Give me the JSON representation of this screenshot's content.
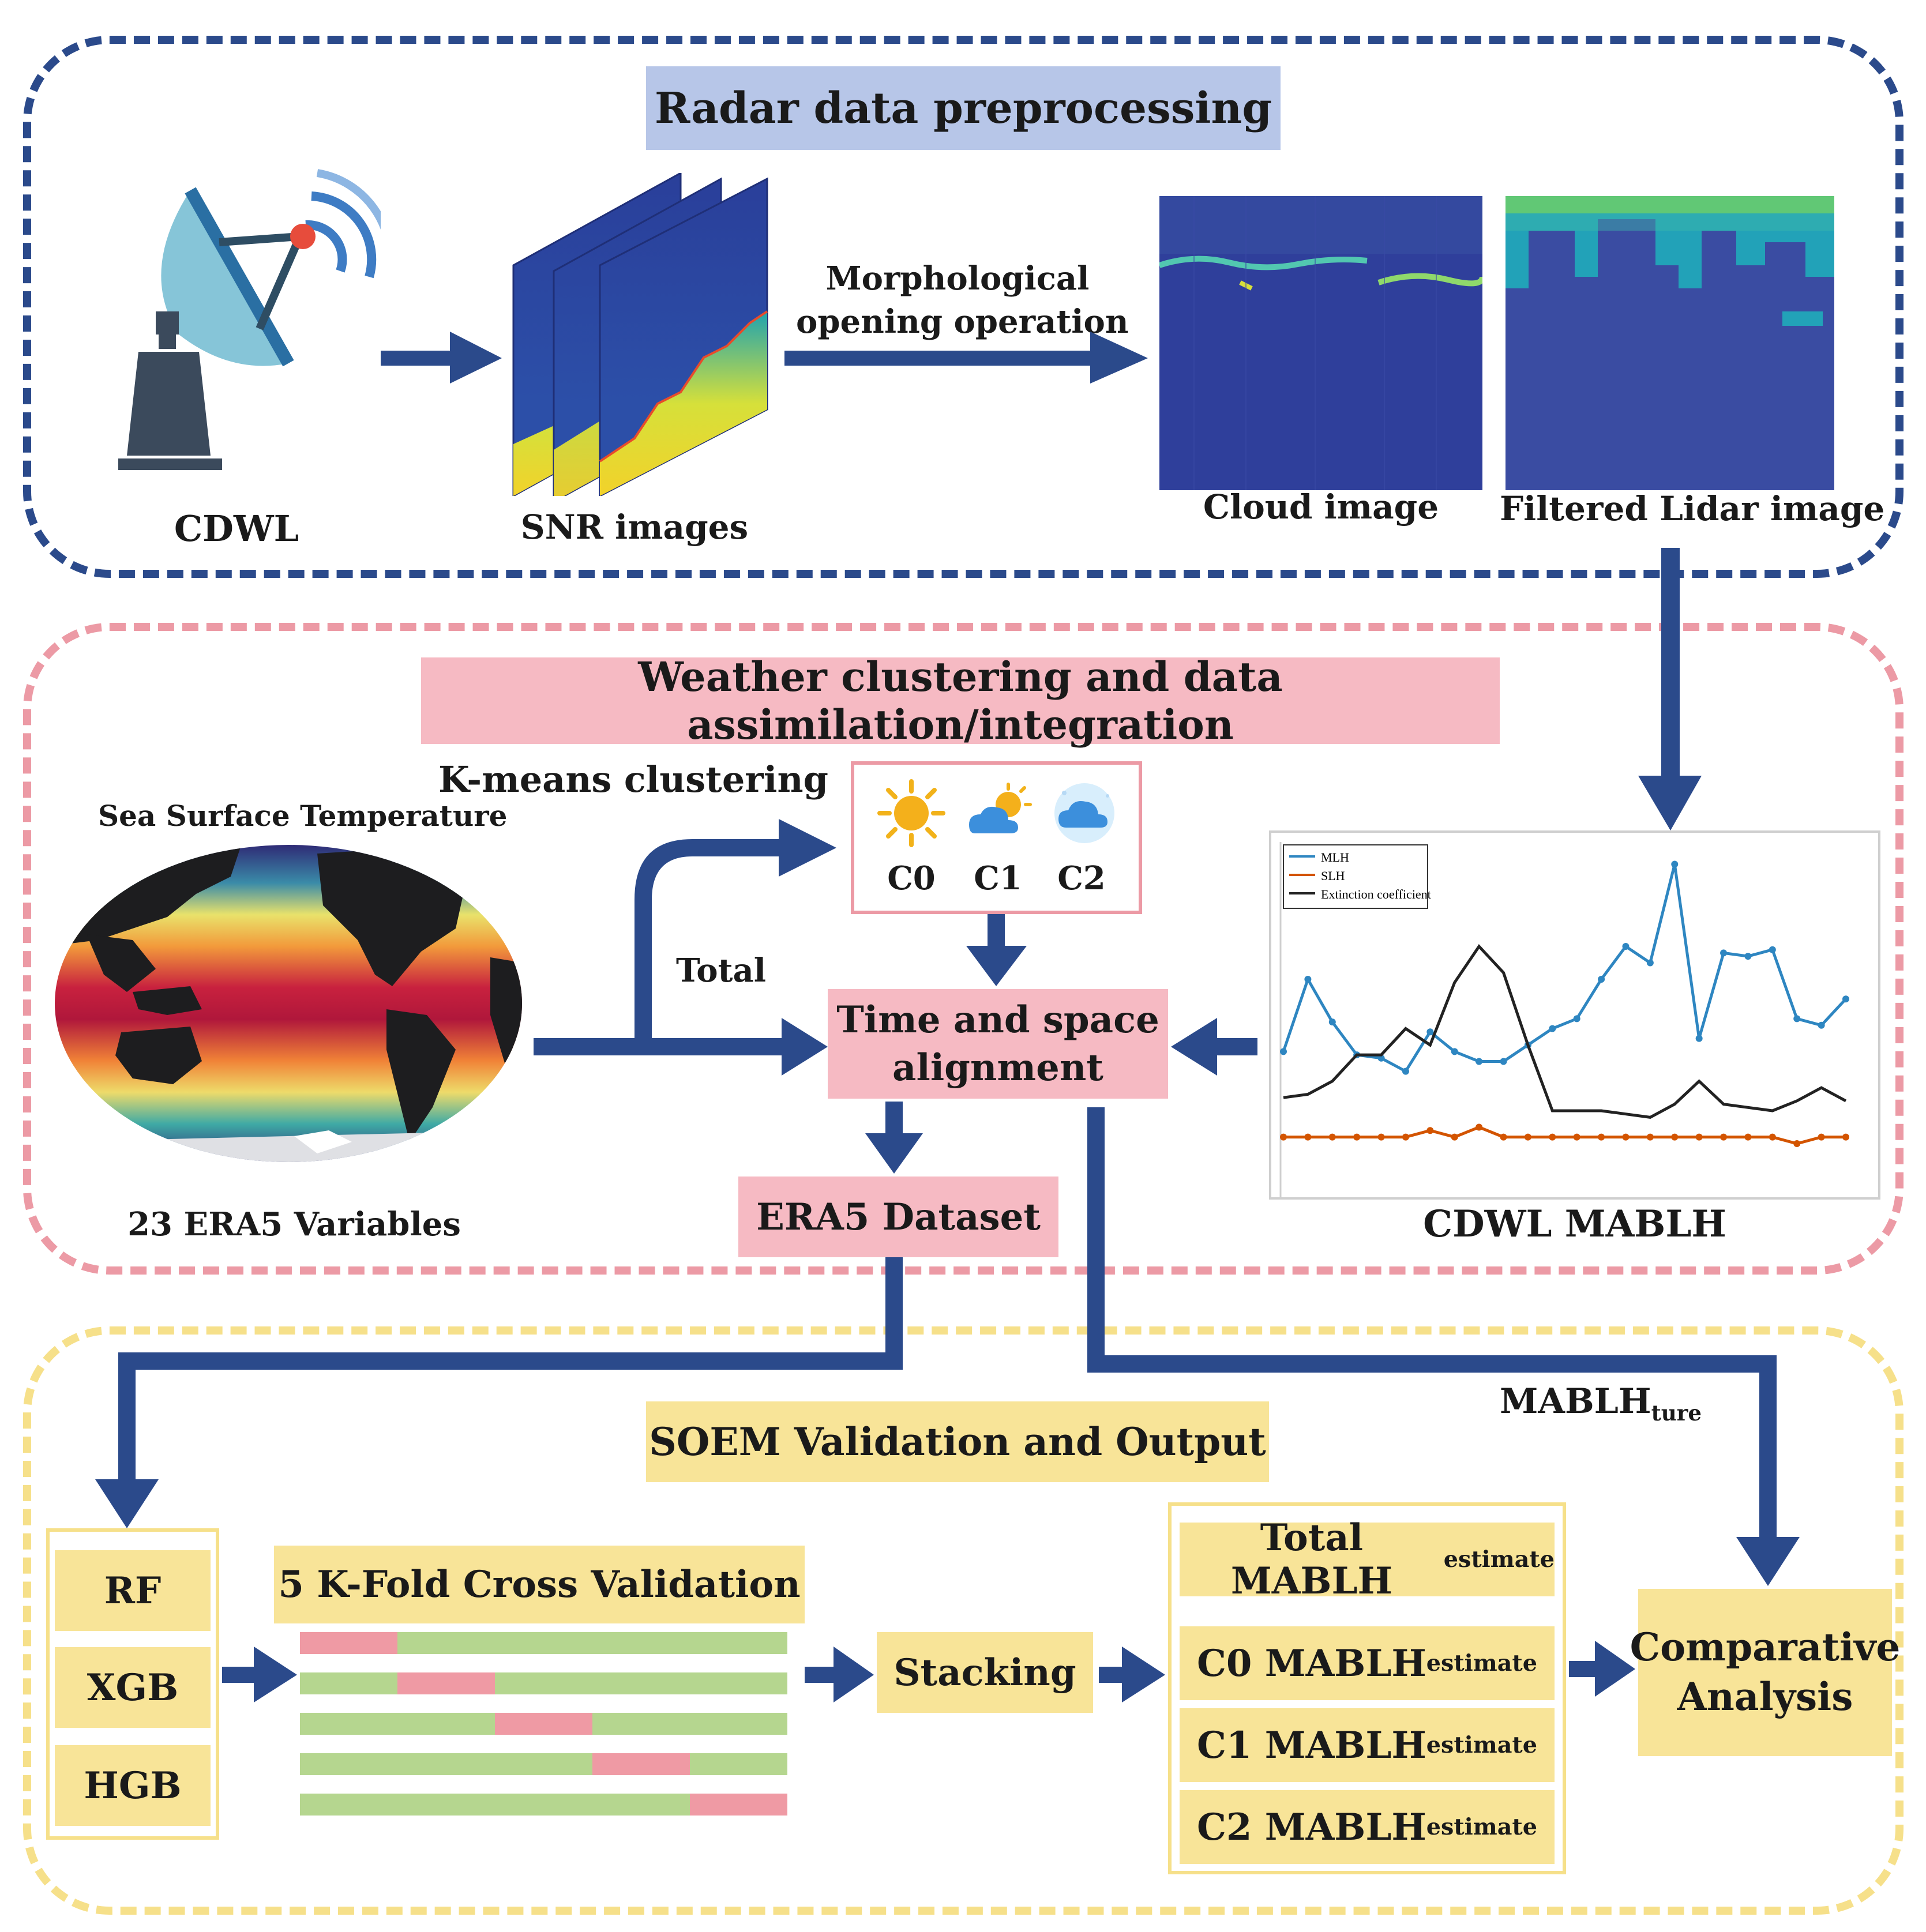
{
  "sections": {
    "radar": {
      "title": "Radar data preprocessing"
    },
    "weather": {
      "title": "Weather clustering and data assimilation/integration"
    },
    "soem": {
      "title": "SOEM Validation and Output"
    }
  },
  "radar": {
    "cdwl_label": "CDWL",
    "snr_label": "SNR images",
    "morph_label_line1": "Morphological",
    "morph_label_line2": "opening operation",
    "cloud_label": "Cloud image",
    "filtered_label": "Filtered Lidar image"
  },
  "weather": {
    "sst_title": "Sea Surface Temperature",
    "era5_vars_label": "23 ERA5 Variables",
    "kmeans_label": "K-means clustering",
    "total_label": "Total",
    "clusters": [
      "C0",
      "C1",
      "C2"
    ],
    "time_space_line1": "Time and space",
    "time_space_line2": "alignment",
    "era5_dataset": "ERA5 Dataset",
    "cdwl_mablh_label": "CDWL MABLH"
  },
  "chart_legend": [
    "MLH",
    "SLH",
    "Extinction coefficient"
  ],
  "chart_data": {
    "type": "line",
    "title": "",
    "xlabel": "",
    "ylabel": "",
    "x": [
      1,
      2,
      3,
      4,
      5,
      6,
      7,
      8,
      9,
      10,
      11,
      12,
      13,
      14,
      15,
      16,
      17,
      18,
      19,
      20,
      21,
      22,
      23,
      24
    ],
    "series": [
      {
        "name": "MLH",
        "color": "#2e86c1",
        "values": [
          0.38,
          0.6,
          0.47,
          0.37,
          0.36,
          0.32,
          0.44,
          0.38,
          0.35,
          0.35,
          0.4,
          0.45,
          0.48,
          0.6,
          0.7,
          0.65,
          0.95,
          0.42,
          0.68,
          0.67,
          0.69,
          0.48,
          0.46,
          0.54
        ]
      },
      {
        "name": "SLH",
        "color": "#d35400",
        "values": [
          0.12,
          0.12,
          0.12,
          0.12,
          0.12,
          0.12,
          0.14,
          0.12,
          0.15,
          0.12,
          0.12,
          0.12,
          0.12,
          0.12,
          0.12,
          0.12,
          0.12,
          0.12,
          0.12,
          0.12,
          0.12,
          0.1,
          0.12,
          0.12
        ]
      },
      {
        "name": "Extinction coefficient",
        "color": "#222222",
        "values": [
          0.24,
          0.25,
          0.29,
          0.37,
          0.37,
          0.45,
          0.4,
          0.59,
          0.7,
          0.62,
          0.4,
          0.2,
          0.2,
          0.2,
          0.19,
          0.18,
          0.22,
          0.29,
          0.22,
          0.21,
          0.2,
          0.23,
          0.27,
          0.23
        ]
      }
    ],
    "ylim": [
      0,
      1
    ]
  },
  "soem": {
    "models": [
      "RF",
      "XGB",
      "HGB"
    ],
    "kfold_label": "5 K-Fold Cross Validation",
    "folds": [
      {
        "test_fold": 1
      },
      {
        "test_fold": 2
      },
      {
        "test_fold": 3
      },
      {
        "test_fold": 4
      },
      {
        "test_fold": 5
      }
    ],
    "stacking_label": "Stacking",
    "estimates": [
      {
        "prefix": "Total MABLH",
        "sub": "estimate"
      },
      {
        "prefix": "C0 MABLH",
        "sub": "estimate"
      },
      {
        "prefix": "C1 MABLH",
        "sub": "estimate"
      },
      {
        "prefix": "C2 MABLH",
        "sub": "estimate"
      }
    ],
    "mablh_true_prefix": "MABLH",
    "mablh_true_sub": "ture",
    "comparative_line1": "Comparative",
    "comparative_line2": "Analysis"
  },
  "colors": {
    "arrow": "#2b4a8b",
    "fold_train": "#b5d68f",
    "fold_test": "#ef9aa4",
    "radar_border": "#2b4a8b",
    "weather_border": "#ec9aa5",
    "soem_border": "#f6e08a"
  }
}
